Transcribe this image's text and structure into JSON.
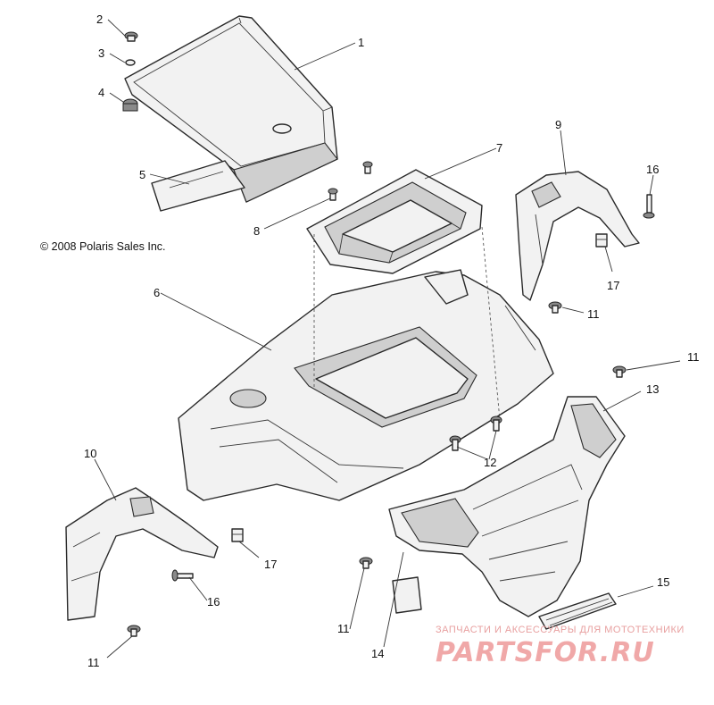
{
  "copyright": "© 2008 Polaris Sales Inc.",
  "watermark": {
    "tagline": "ЗАПЧАСТИ И АКСЕССУАРЫ ДЛЯ МОТОТЕХНИКИ",
    "site": "PARTSFOR.RU"
  },
  "callouts": [
    {
      "id": "c1",
      "label": "1"
    },
    {
      "id": "c2",
      "label": "2"
    },
    {
      "id": "c3",
      "label": "3"
    },
    {
      "id": "c4",
      "label": "4"
    },
    {
      "id": "c5",
      "label": "5"
    },
    {
      "id": "c6",
      "label": "6"
    },
    {
      "id": "c7",
      "label": "7"
    },
    {
      "id": "c8",
      "label": "8"
    },
    {
      "id": "c9",
      "label": "9"
    },
    {
      "id": "c10",
      "label": "10"
    },
    {
      "id": "c11a",
      "label": "11"
    },
    {
      "id": "c11b",
      "label": "11"
    },
    {
      "id": "c11c",
      "label": "11"
    },
    {
      "id": "c11d",
      "label": "11"
    },
    {
      "id": "c12",
      "label": "12"
    },
    {
      "id": "c13",
      "label": "13"
    },
    {
      "id": "c14",
      "label": "14"
    },
    {
      "id": "c15",
      "label": "15"
    },
    {
      "id": "c16a",
      "label": "16"
    },
    {
      "id": "c16b",
      "label": "16"
    },
    {
      "id": "c17a",
      "label": "17"
    },
    {
      "id": "c17b",
      "label": "17"
    }
  ]
}
